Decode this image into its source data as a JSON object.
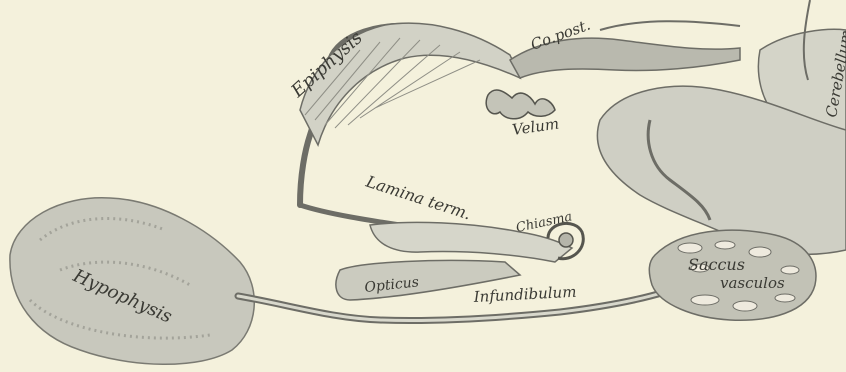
{
  "labels": {
    "epiphysis": "Epiphysis",
    "co_post": "Co.post.",
    "cerebellum": "Cerebellum",
    "velum": "Velum",
    "lamina_term": "Lamina term.",
    "chiasma": "Chiasma",
    "opticus": "Opticus",
    "hypophysis": "Hypophysis",
    "infundibulum": "Infundibulum",
    "saccus": "Saccus",
    "vasculos": "vasculos"
  },
  "colors": {
    "background": "#f4f1dc",
    "tissue_fill": "#cfcfc4",
    "tissue_dark": "#8f8f86",
    "outline": "#55554e"
  }
}
